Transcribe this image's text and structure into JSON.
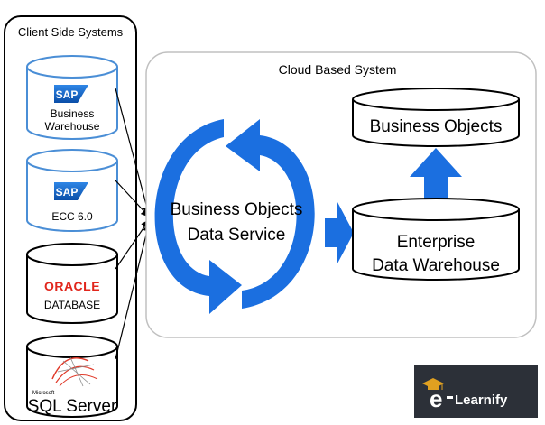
{
  "client_panel": {
    "title": "Client Side Systems",
    "systems": [
      {
        "logo": "SAP",
        "label_lines": [
          "Business",
          "Warehouse"
        ]
      },
      {
        "logo": "SAP",
        "label_lines": [
          "ECC 6.0"
        ]
      },
      {
        "logo": "ORACLE",
        "label_lines": [
          "DATABASE"
        ]
      },
      {
        "logo_small": "Microsoft",
        "label_lines": [
          "SQL Server"
        ]
      }
    ]
  },
  "cloud_panel": {
    "title": "Cloud Based System",
    "service_lines": [
      "Business Objects",
      "Data Service"
    ],
    "warehouse_lines": [
      "Enterprise",
      "Data Warehouse"
    ],
    "business_objects": "Business Objects"
  },
  "brand": {
    "logo_letter": "e",
    "logo_text": "Learnify"
  },
  "colors": {
    "arrow_blue": "#1b6fe0",
    "sap_blue": "#1560bd",
    "oracle_red": "#e1261c",
    "brand_bg": "#2c3038"
  }
}
